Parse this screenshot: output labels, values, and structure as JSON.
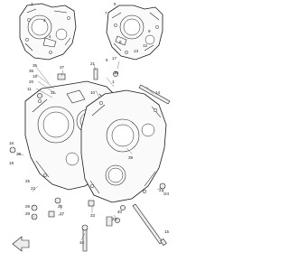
{
  "diagram": {
    "callouts": {
      "c1": "1",
      "c2": "2",
      "c3": "3",
      "c4": "4",
      "c5": "5",
      "c6": "6",
      "c7": "7",
      "c8": "8",
      "c9": "9",
      "c10": "10",
      "c11": "11",
      "c12": "12",
      "c13": "13",
      "c14": "14",
      "c15": "15",
      "c16": "16",
      "c17": "17",
      "c18": "18",
      "c19": "19",
      "c20": "20",
      "c21": "21",
      "c22": "22",
      "c23": "23",
      "c24": "24",
      "c25": "25",
      "c26": "26",
      "c27": "27",
      "c28": "28",
      "c29": "29",
      "c30": "30",
      "c31": "31",
      "c32": "32",
      "c33": "33",
      "c34": "34",
      "c35": "35",
      "c36": "36",
      "c37": "37",
      "c38": "38",
      "c39": "39",
      "c40": "40"
    }
  }
}
